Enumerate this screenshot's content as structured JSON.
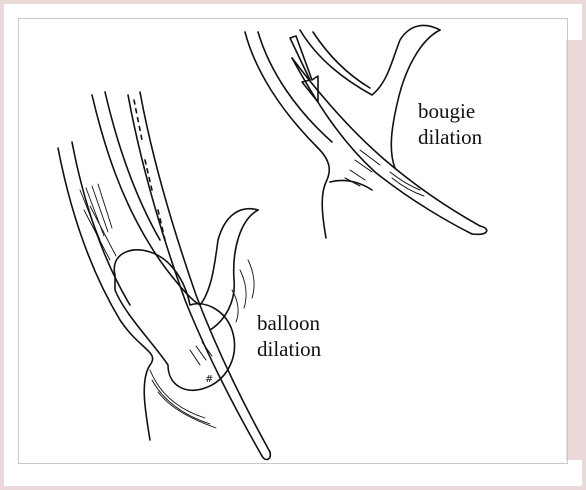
{
  "labels": {
    "bougie": {
      "line1": "bougie",
      "line2": "dilation"
    },
    "balloon": {
      "line1": "balloon",
      "line2": "dilation"
    }
  },
  "colors": {
    "frame": "#ead9d9",
    "ink": "#111111",
    "background": "#ffffff"
  }
}
